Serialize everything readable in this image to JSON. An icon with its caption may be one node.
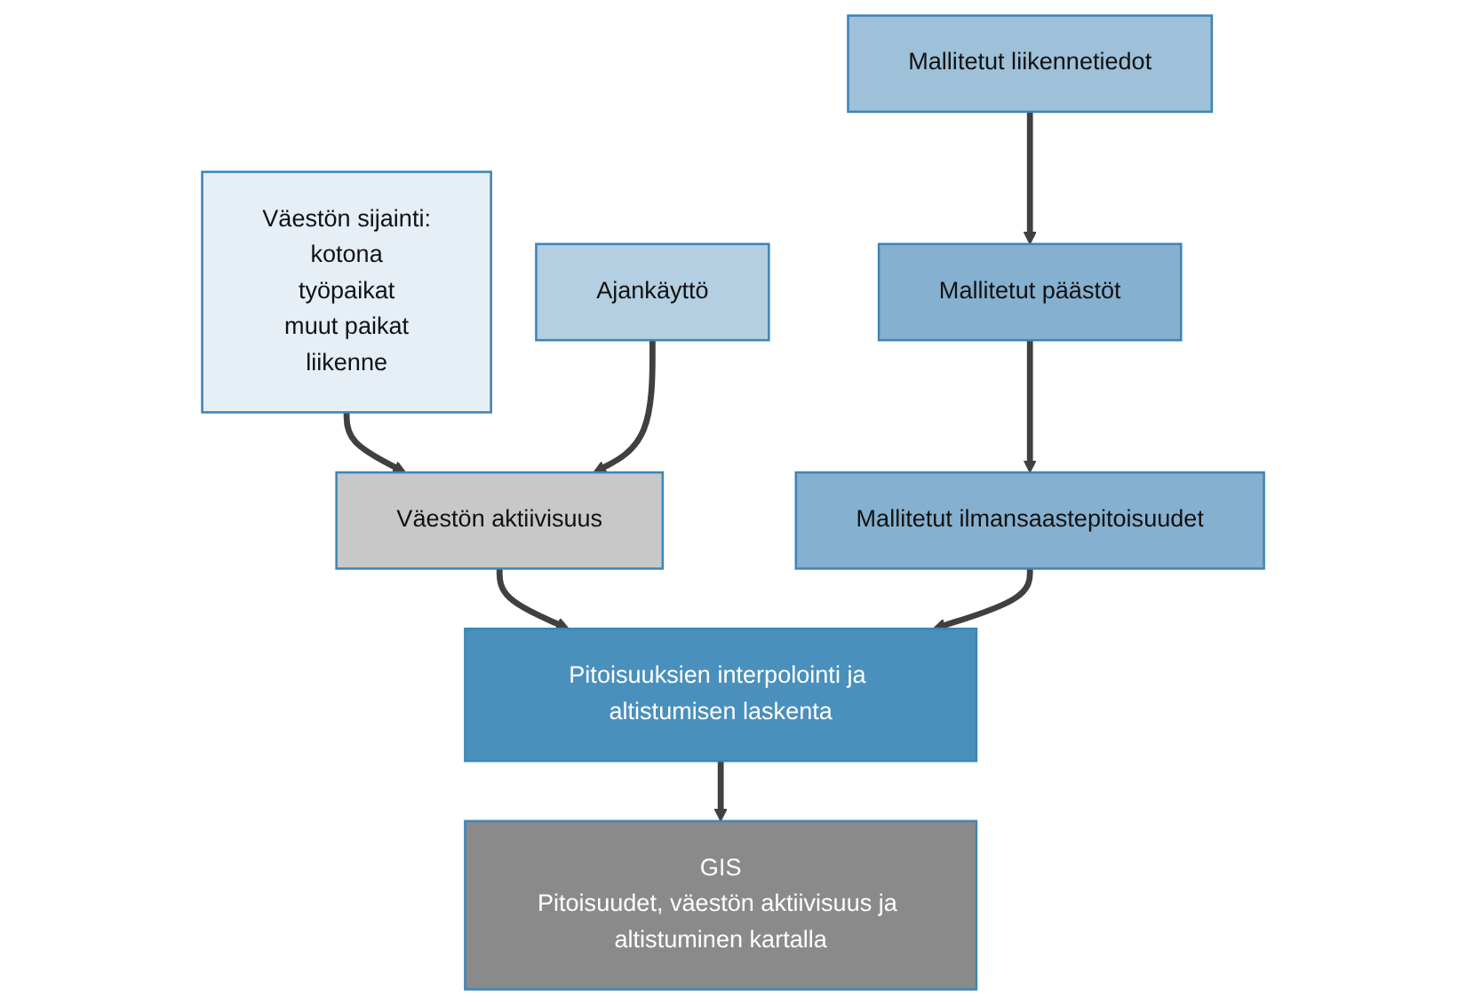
{
  "diagram": {
    "nodes": [
      {
        "text": [
          "Väestön sijainti:",
          "kotona",
          "työpaikat",
          "muut paikat",
          "liikenne"
        ]
      },
      {
        "text": [
          "Ajankäyttö"
        ]
      },
      {
        "text": [
          "Mallitetut liikennetiedot"
        ]
      },
      {
        "text": [
          "Mallitetut päästöt"
        ]
      },
      {
        "text": [
          "Väestön aktiivisuus"
        ]
      },
      {
        "text": [
          "Mallitetut ilmansaastepitoisuudet"
        ]
      },
      {
        "text": [
          "Pitoisuuksien interpolointi ja altistumisen laskenta"
        ]
      },
      {
        "text": [
          "GIS",
          "Pitoisuudet, väestön aktiivisuus ja altistuminen kartalla"
        ]
      }
    ],
    "edges": [
      {
        "from": 0,
        "to": 4,
        "arrow": "to"
      },
      {
        "from": 1,
        "to": 4,
        "arrow": "to"
      },
      {
        "from": 2,
        "to": 3,
        "arrow": "to"
      },
      {
        "from": 3,
        "to": 5,
        "arrow": "to"
      },
      {
        "from": 4,
        "to": 6,
        "arrow": "to"
      },
      {
        "from": 5,
        "to": 6,
        "arrow": "to"
      },
      {
        "from": 6,
        "to": 7,
        "arrow": "to"
      }
    ]
  }
}
